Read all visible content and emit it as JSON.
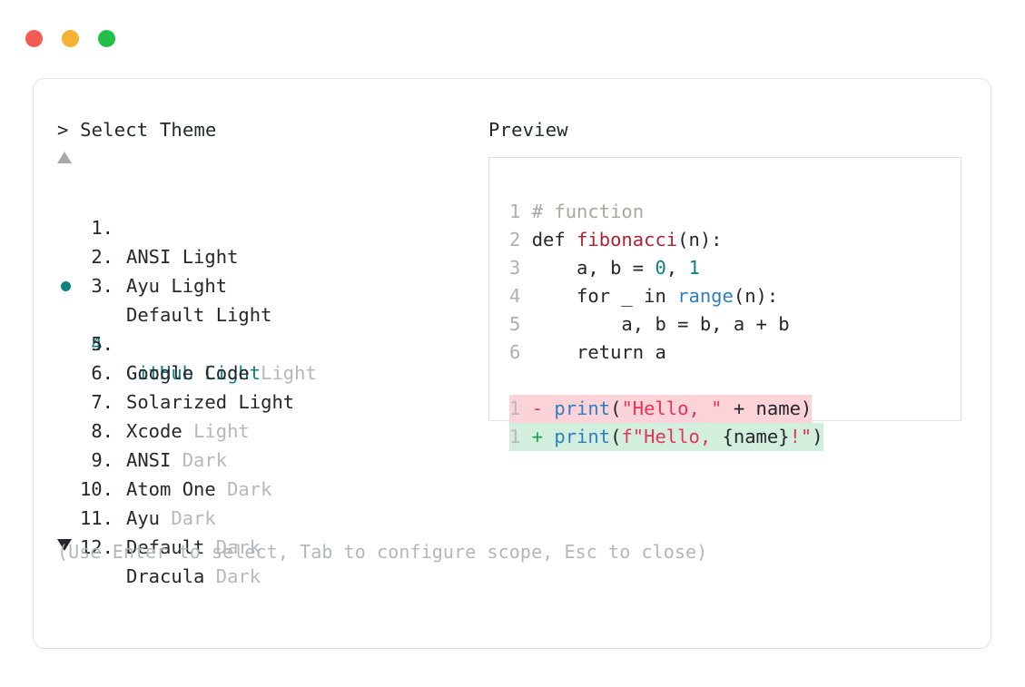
{
  "window": {
    "traffic_lights": [
      {
        "name": "close",
        "color": "#f25c54"
      },
      {
        "name": "minimize",
        "color": "#f5b335"
      },
      {
        "name": "maximize",
        "color": "#22bf4b"
      }
    ]
  },
  "left_panel": {
    "title": "> Select Theme",
    "scroll_up_icon": "triangle-up-icon",
    "scroll_down_icon": "triangle-down-icon",
    "selected_index": 4,
    "accent_color": "#0d8080",
    "items": [
      {
        "num": "1.",
        "name": "ANSI",
        "suffix": "Light",
        "suffix_dim": false,
        "selected": false
      },
      {
        "num": "2.",
        "name": "Ayu",
        "suffix": "Light",
        "suffix_dim": false,
        "selected": false
      },
      {
        "num": "3.",
        "name": "Default",
        "suffix": "Light",
        "suffix_dim": false,
        "selected": false
      },
      {
        "num": "4.",
        "name": "GitHub",
        "suffix": "Light",
        "suffix_dim": false,
        "selected": true
      },
      {
        "num": "5.",
        "name": "Google Code",
        "suffix": "Light",
        "suffix_dim": true,
        "selected": false
      },
      {
        "num": "6.",
        "name": "Solarized",
        "suffix": "Light",
        "suffix_dim": false,
        "selected": false
      },
      {
        "num": "7.",
        "name": "Xcode",
        "suffix": "Light",
        "suffix_dim": true,
        "selected": false
      },
      {
        "num": "8.",
        "name": "ANSI",
        "suffix": "Dark",
        "suffix_dim": true,
        "selected": false
      },
      {
        "num": "9.",
        "name": "Atom One",
        "suffix": "Dark",
        "suffix_dim": true,
        "selected": false
      },
      {
        "num": "10.",
        "name": "Ayu",
        "suffix": "Dark",
        "suffix_dim": true,
        "selected": false
      },
      {
        "num": "11.",
        "name": "Default",
        "suffix": "Dark",
        "suffix_dim": true,
        "selected": false
      },
      {
        "num": "12.",
        "name": "Dracula",
        "suffix": "Dark",
        "suffix_dim": true,
        "selected": false
      }
    ]
  },
  "right_panel": {
    "title": "Preview",
    "code": {
      "line1": {
        "ln": "1 ",
        "comment": "# function"
      },
      "line2": {
        "ln": "2 ",
        "kw": "def ",
        "fn": "fibonacci",
        "rest": "(n):"
      },
      "line3": {
        "ln": "3 ",
        "pre": "    a, b = ",
        "n0": "0",
        "mid": ", ",
        "n1": "1"
      },
      "line4": {
        "ln": "4 ",
        "pre": "    for _ in ",
        "builtin": "range",
        "rest": "(n):"
      },
      "line5": {
        "ln": "5 ",
        "text": "        a, b = b, a + b"
      },
      "line6": {
        "ln": "6 ",
        "text": "    return a"
      }
    },
    "diff": {
      "removed": {
        "ln": "1 ",
        "marker": "- ",
        "fn": "print",
        "paren_open": "(",
        "str": "\"Hello, \"",
        "rest": " + name)"
      },
      "added": {
        "ln": "1 ",
        "marker": "+ ",
        "fn": "print",
        "paren_open": "(",
        "str_a": "f\"Hello, ",
        "interp": "{name}",
        "str_b": "!\"",
        "paren_close": ")"
      }
    }
  },
  "footer": {
    "hint": "(Use Enter to select, Tab to configure scope, Esc to close)"
  }
}
